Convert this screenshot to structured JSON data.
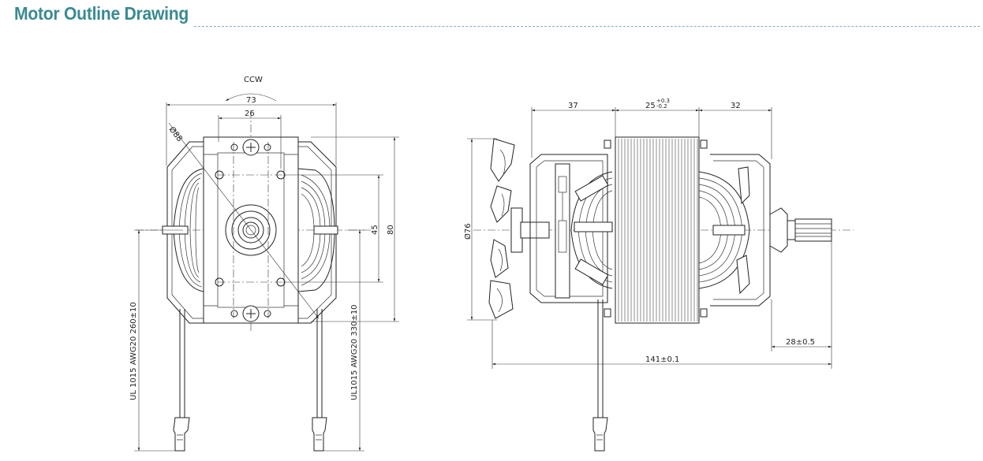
{
  "header": {
    "title": "Motor Outline Drawing"
  },
  "front_view": {
    "rotation_label": "CCW",
    "width_dim": "73",
    "hole_spacing_dim": "26",
    "diameter_dim": "Ø88",
    "hole_vertical_dim": "45",
    "height_dim": "80",
    "lead_left_label": "UL 1015  AWG20  260±10",
    "lead_right_label": "UL1015  AWG20  330±10"
  },
  "side_view": {
    "left_dim": "37",
    "stack_dim": "25",
    "stack_tol_upper": "+0.3",
    "stack_tol_lower": "-0.2",
    "right_dim": "32",
    "fan_diameter_dim": "Ø76",
    "shaft_dim": "28±0.5",
    "overall_dim": "141±0.1"
  },
  "colors": {
    "title": "#3a8a92",
    "rule": "#7fb0b6",
    "line": "#222222"
  }
}
